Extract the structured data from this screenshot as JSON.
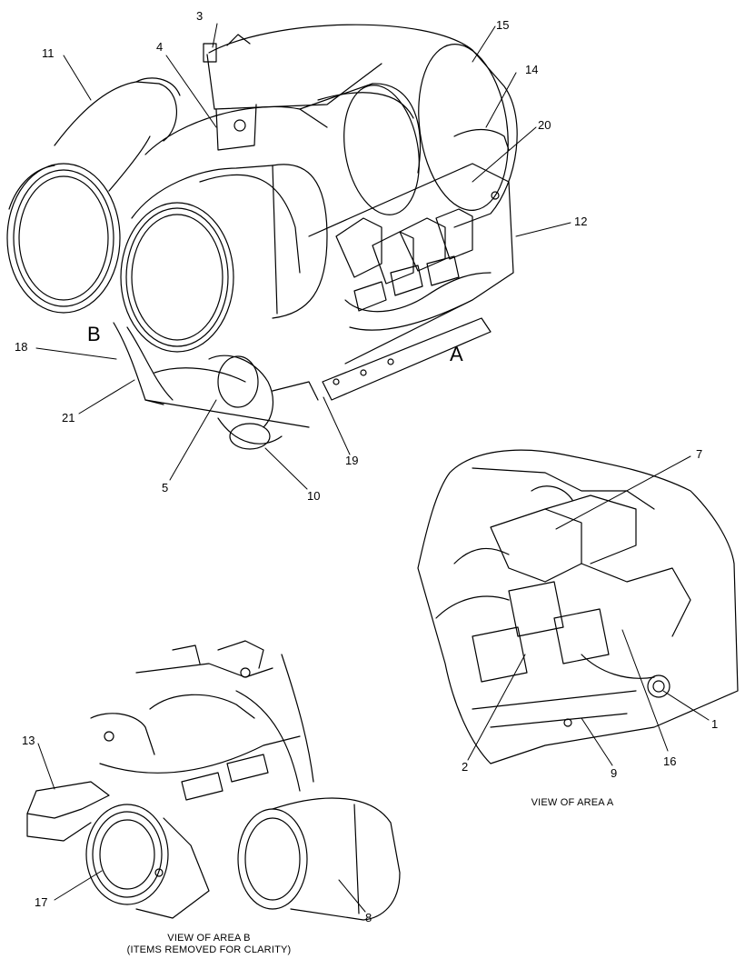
{
  "callouts": {
    "c1": "1",
    "c2": "2",
    "c3": "3",
    "c4": "4",
    "c5": "5",
    "c7": "7",
    "c8": "8",
    "c9": "9",
    "c10": "10",
    "c11": "11",
    "c12": "12",
    "c13": "13",
    "c14": "14",
    "c15": "15",
    "c16": "16",
    "c17": "17",
    "c18": "18",
    "c19": "19",
    "c20": "20",
    "c21": "21"
  },
  "area_markers": {
    "a": "A",
    "b": "B"
  },
  "captions": {
    "area_a": "VIEW OF AREA  A",
    "area_b_line1": "VIEW OF AREA  B",
    "area_b_line2": "(ITEMS REMOVED FOR CLARITY)"
  }
}
